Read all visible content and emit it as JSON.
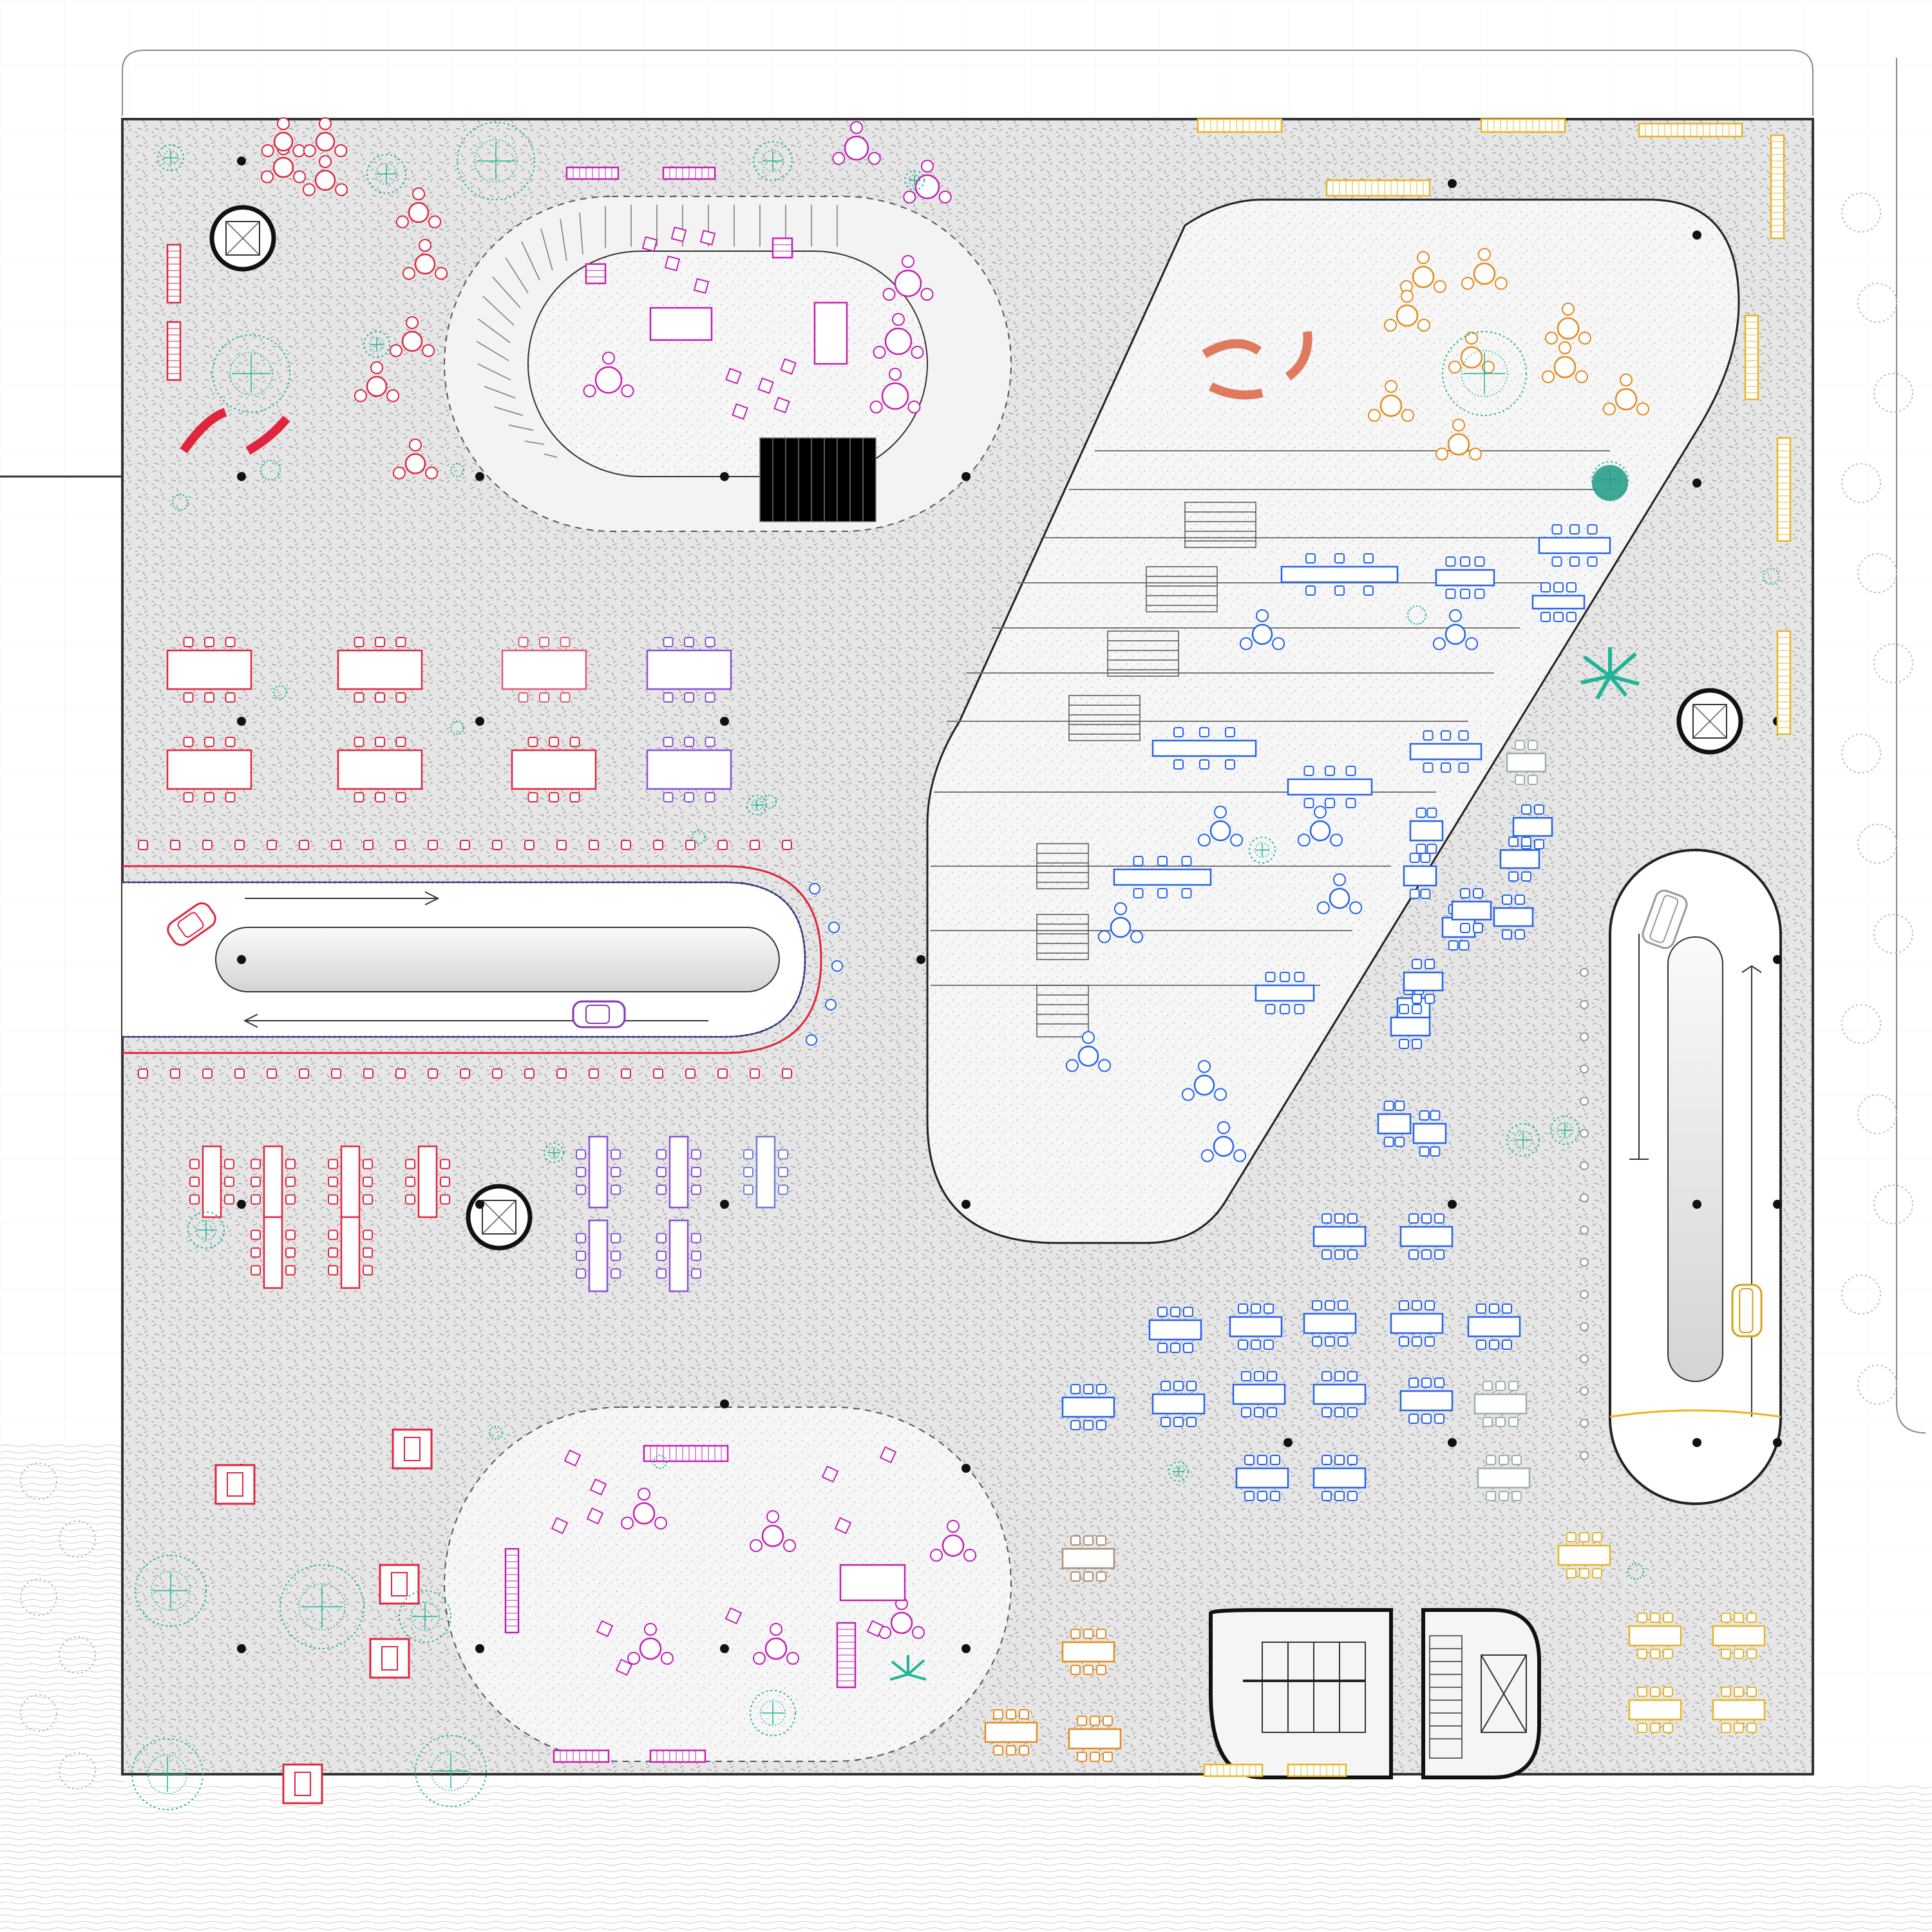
{
  "plan": {
    "palette": {
      "red": "#e0263f",
      "magenta": "#c51fb4",
      "purple": "#8a4fd8",
      "blue": "#2563eb",
      "orange": "#e68a1c",
      "teal": "#1fb596",
      "gold": "#e9b422",
      "pink": "#e05a78",
      "floor": "#e9e9e9",
      "island": "#f7f7f7",
      "ink": "#222222"
    },
    "zones": [
      {
        "name": "stair-lounge-north",
        "color": "magenta"
      },
      {
        "name": "stepped-auditorium",
        "color": "blue"
      },
      {
        "name": "red-meeting-cluster",
        "color": "red"
      },
      {
        "name": "car-ramp-west",
        "color": "red"
      },
      {
        "name": "car-ramp-east",
        "color": "gold"
      },
      {
        "name": "lounge-south",
        "color": "magenta"
      },
      {
        "name": "blue-workstations",
        "color": "blue"
      },
      {
        "name": "orange-workstations",
        "color": "orange"
      },
      {
        "name": "restrooms",
        "color": "ink"
      },
      {
        "name": "stair-elevator-core",
        "color": "ink"
      }
    ],
    "icons": [
      "car-icon",
      "tree-icon",
      "palm-icon",
      "column-icon",
      "elevator-icon",
      "stair-icon",
      "table-icon",
      "chair-icon",
      "round-table-icon",
      "door-icon"
    ]
  }
}
